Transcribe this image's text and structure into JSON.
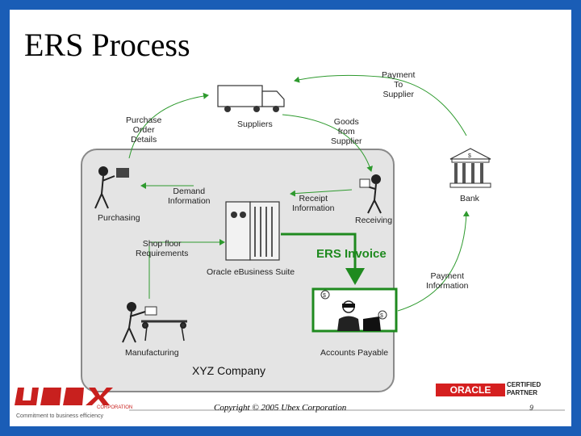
{
  "slide": {
    "title": "ERS Process",
    "company": "XYZ Company",
    "copyright": "Copyright © 2005 Ubex Corporation",
    "page_number": "9"
  },
  "nodes": {
    "suppliers": "Suppliers",
    "bank": "Bank",
    "purchasing": "Purchasing",
    "receiving": "Receiving",
    "oracle_suite": "Oracle eBusiness Suite",
    "manufacturing": "Manufacturing",
    "accounts_payable": "Accounts Payable"
  },
  "flows": {
    "payment_to_supplier": "Payment\nTo\nSupplier",
    "purchase_order_details": "Purchase\nOrder\nDetails",
    "goods_from_supplier": "Goods\nfrom\nSupplier",
    "demand_information": "Demand\nInformation",
    "receipt_information": "Receipt\nInformation",
    "shop_floor_requirements": "Shop floor\nRequirements",
    "ers_invoice": "ERS Invoice",
    "payment_information": "Payment\nInformation"
  },
  "footer": {
    "ubex_logo": "UBEX",
    "ubex_corporation": "CORPORATION",
    "ubex_tagline": "Commitment to business efficiency",
    "oracle_logo": "ORACLE",
    "certified_partner": "CERTIFIED\nPARTNER"
  },
  "colors": {
    "frame": "#1a5db6",
    "flow_arrow": "#2e9a2e",
    "ers_arrow": "#1f8a1f",
    "company_box": "#e4e4e4",
    "oracle_red": "#d51f1f",
    "ubex_red": "#c8201e"
  },
  "icons": [
    "truck-icon",
    "bank-icon",
    "person-icon",
    "server-icon",
    "conveyor-icon",
    "computer-icon",
    "dollar-icon"
  ]
}
